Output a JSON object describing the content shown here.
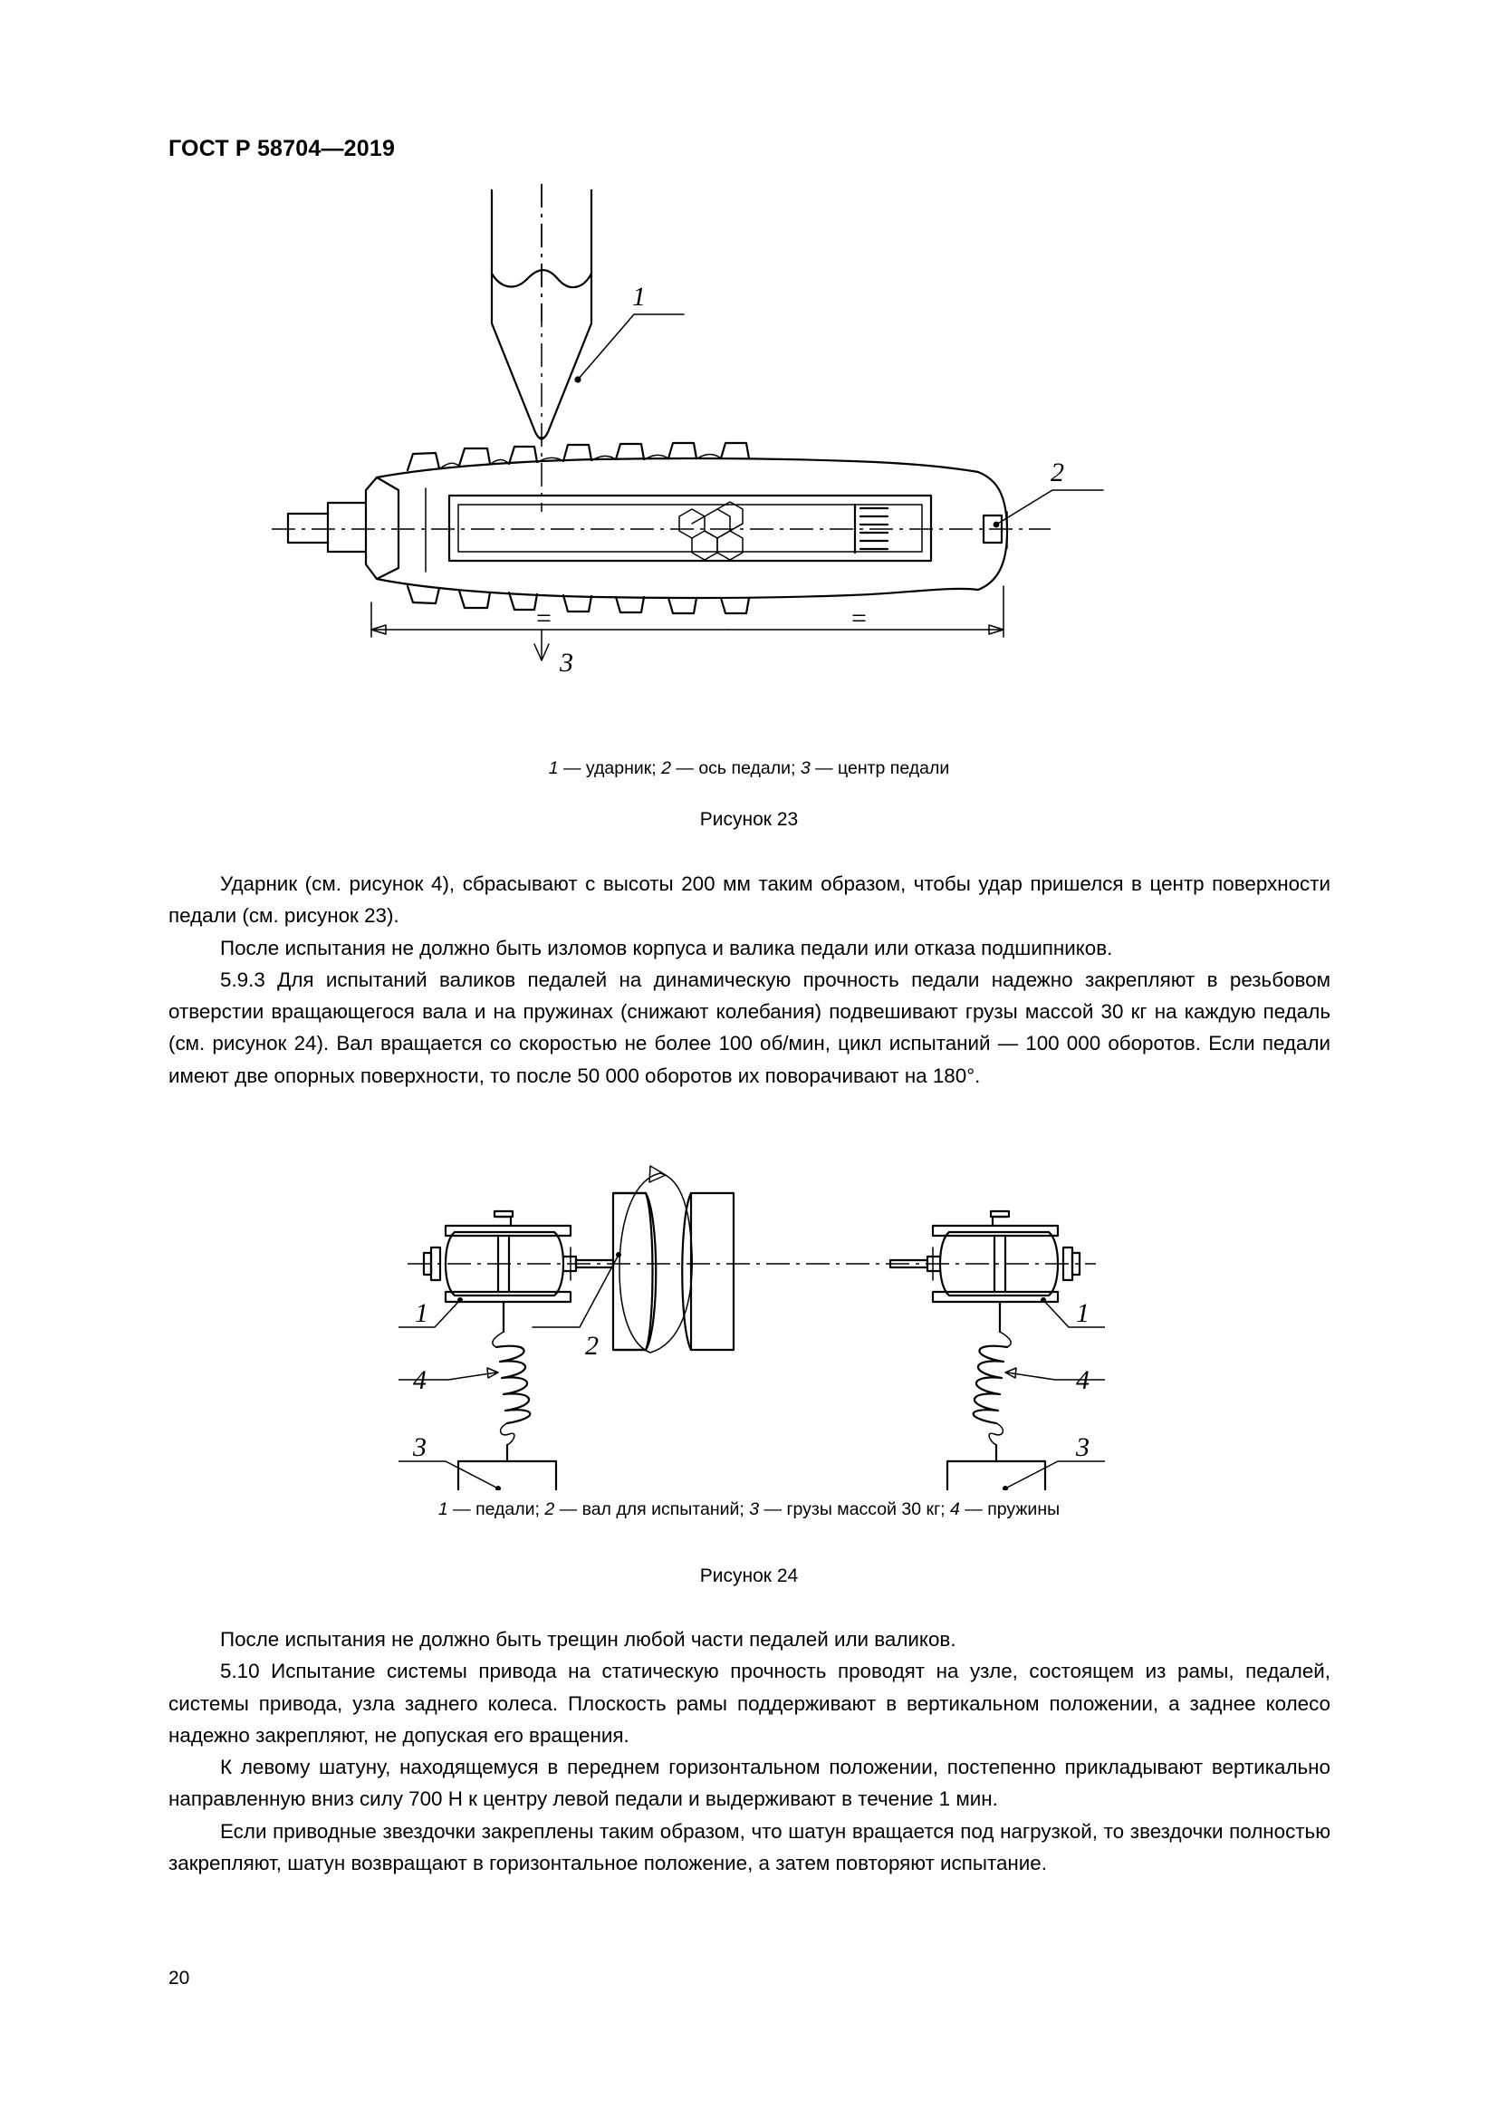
{
  "document": {
    "standard_header": "ГОСТ Р 58704—2019",
    "page_number": "20"
  },
  "figure_23": {
    "legend": "1 — ударник; 2 — ось педали; 3 — центр педали",
    "legend_parts": [
      {
        "num": "1",
        "text": " — ударник; "
      },
      {
        "num": "2",
        "text": " — ось педали; "
      },
      {
        "num": "3",
        "text": " — центр педали"
      }
    ],
    "caption": "Рисунок 23",
    "callouts": {
      "one": "1",
      "two": "2",
      "three": "3"
    },
    "dimension_marks": {
      "left": "=",
      "right": "="
    }
  },
  "figure_24": {
    "legend": "1 — педали; 2 — вал для испытаний; 3 — грузы массой 30 кг; 4 — пружины",
    "legend_parts": [
      {
        "num": "1",
        "text": " — педали; "
      },
      {
        "num": "2",
        "text": " — вал для испытаний; "
      },
      {
        "num": "3",
        "text": " — грузы массой 30 кг; "
      },
      {
        "num": "4",
        "text": " — пружины"
      }
    ],
    "caption": "Рисунок 24",
    "callouts": {
      "left_1": "1",
      "left_4": "4",
      "left_3": "3",
      "center_2": "2",
      "right_1": "1",
      "right_4": "4",
      "right_3": "3"
    }
  },
  "body": {
    "para_1": "Ударник (см. рисунок 4), сбрасывают с высоты 200 мм таким образом, чтобы удар пришелся в центр поверхности педали (см. рисунок 23).",
    "para_2": "После испытания не должно быть изломов корпуса и валика педали или отказа подшипников.",
    "para_3": "5.9.3 Для испытаний валиков педалей на динамическую прочность педали надежно закрепляют в резьбовом отверстии вращающегося вала и на пружинах (снижают колебания) подвешивают грузы массой 30 кг на каждую педаль (см. рисунок 24). Вал вращается со скоростью не более 100 об/мин, цикл испытаний — 100 000 оборотов. Если педали имеют две опорных поверхности, то после 50 000 оборотов их поворачивают на 180°.",
    "para_4": "После испытания не должно быть трещин любой части педалей или валиков.",
    "para_5": "5.10 Испытание системы привода на статическую прочность проводят на узле, состоящем из рамы, педалей, системы привода, узла заднего колеса. Плоскость рамы поддерживают в вертикальном положении, а заднее колесо надежно закрепляют, не допуская его вращения.",
    "para_6": "К левому шатуну, находящемуся в переднем горизонтальном положении, постепенно прикладывают вертикально направленную вниз силу 700 Н к центру левой педали и выдерживают в течение 1 мин.",
    "para_7": "Если приводные звездочки закреплены таким образом, что шатун вращается под нагрузкой, то звездочки полностью закрепляют, шатун возвращают в горизонтальное положение, а затем повторяют испытание."
  }
}
